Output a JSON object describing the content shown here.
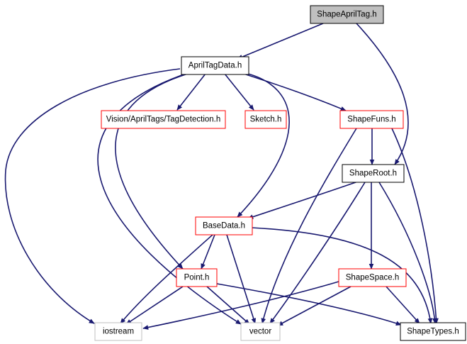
{
  "colors": {
    "edge": "#191970",
    "root_fill": "#bfbfbf",
    "node_fill": "#ffffff",
    "border_black": "#000000",
    "border_red": "#ff0000",
    "border_gray": "#bfbfbf"
  },
  "nodes": {
    "shape_apriltag_h": {
      "label": "ShapeAprilTag.h",
      "kind": "root"
    },
    "apriltagdata_h": {
      "label": "AprilTagData.h",
      "kind": "documented"
    },
    "tagdetection_h": {
      "label": "Vision/AprilTags/TagDetection.h",
      "kind": "has-dependencies"
    },
    "sketch_h": {
      "label": "Sketch.h",
      "kind": "has-dependencies"
    },
    "shapefuns_h": {
      "label": "ShapeFuns.h",
      "kind": "has-dependencies"
    },
    "shaperoot_h": {
      "label": "ShapeRoot.h",
      "kind": "documented"
    },
    "basedata_h": {
      "label": "BaseData.h",
      "kind": "has-dependencies"
    },
    "point_h": {
      "label": "Point.h",
      "kind": "has-dependencies"
    },
    "shapespace_h": {
      "label": "ShapeSpace.h",
      "kind": "has-dependencies"
    },
    "iostream": {
      "label": "iostream",
      "kind": "external"
    },
    "vector": {
      "label": "vector",
      "kind": "external"
    },
    "shapetypes_h": {
      "label": "ShapeTypes.h",
      "kind": "documented"
    }
  }
}
